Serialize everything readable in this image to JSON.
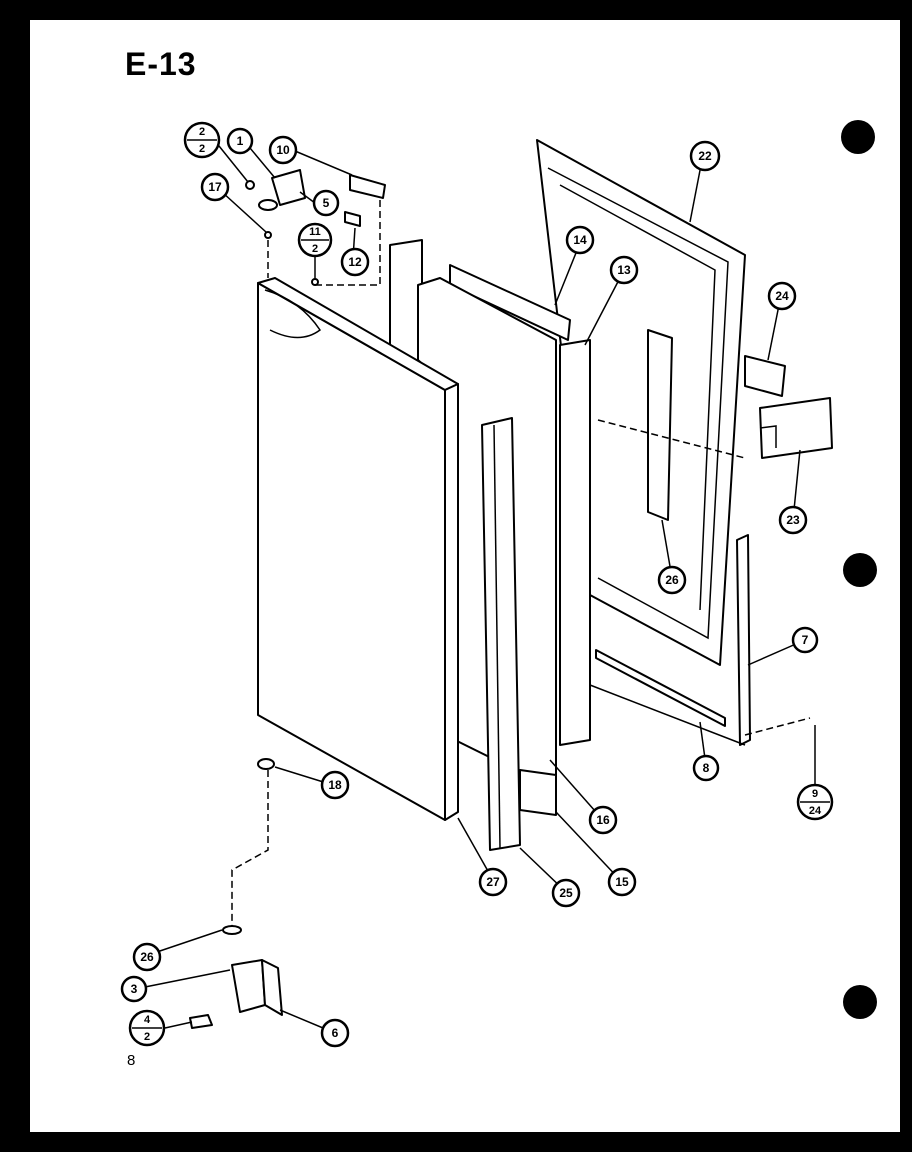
{
  "diagram": {
    "title": "E-13",
    "page_number": "8",
    "callouts": [
      {
        "id": "c-2-2",
        "label": "2",
        "denominator": "2"
      },
      {
        "id": "c-1",
        "label": "1"
      },
      {
        "id": "c-10",
        "label": "10"
      },
      {
        "id": "c-17",
        "label": "17"
      },
      {
        "id": "c-5",
        "label": "5"
      },
      {
        "id": "c-11-2",
        "label": "11",
        "denominator": "2"
      },
      {
        "id": "c-12",
        "label": "12"
      },
      {
        "id": "c-22",
        "label": "22"
      },
      {
        "id": "c-14",
        "label": "14"
      },
      {
        "id": "c-13",
        "label": "13"
      },
      {
        "id": "c-24",
        "label": "24"
      },
      {
        "id": "c-23",
        "label": "23"
      },
      {
        "id": "c-26a",
        "label": "26"
      },
      {
        "id": "c-7",
        "label": "7"
      },
      {
        "id": "c-8",
        "label": "8"
      },
      {
        "id": "c-9-24",
        "label": "9",
        "denominator": "24"
      },
      {
        "id": "c-18",
        "label": "18"
      },
      {
        "id": "c-16",
        "label": "16"
      },
      {
        "id": "c-27",
        "label": "27"
      },
      {
        "id": "c-25",
        "label": "25"
      },
      {
        "id": "c-15",
        "label": "15"
      },
      {
        "id": "c-26b",
        "label": "26"
      },
      {
        "id": "c-3",
        "label": "3"
      },
      {
        "id": "c-4-2",
        "label": "4",
        "denominator": "2"
      },
      {
        "id": "c-6",
        "label": "6"
      }
    ]
  }
}
